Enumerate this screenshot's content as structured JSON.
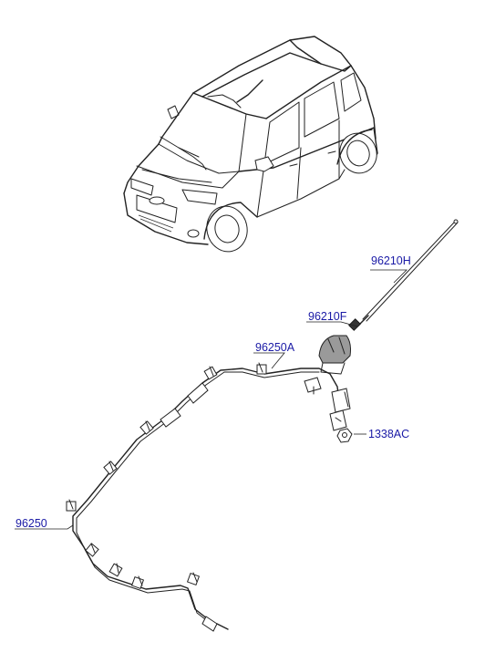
{
  "parts": [
    {
      "id": "p1",
      "number": "96210H"
    },
    {
      "id": "p2",
      "number": "96210F"
    },
    {
      "id": "p3",
      "number": "96250A"
    },
    {
      "id": "p4",
      "number": "1338AC"
    },
    {
      "id": "p5",
      "number": "96250"
    }
  ]
}
